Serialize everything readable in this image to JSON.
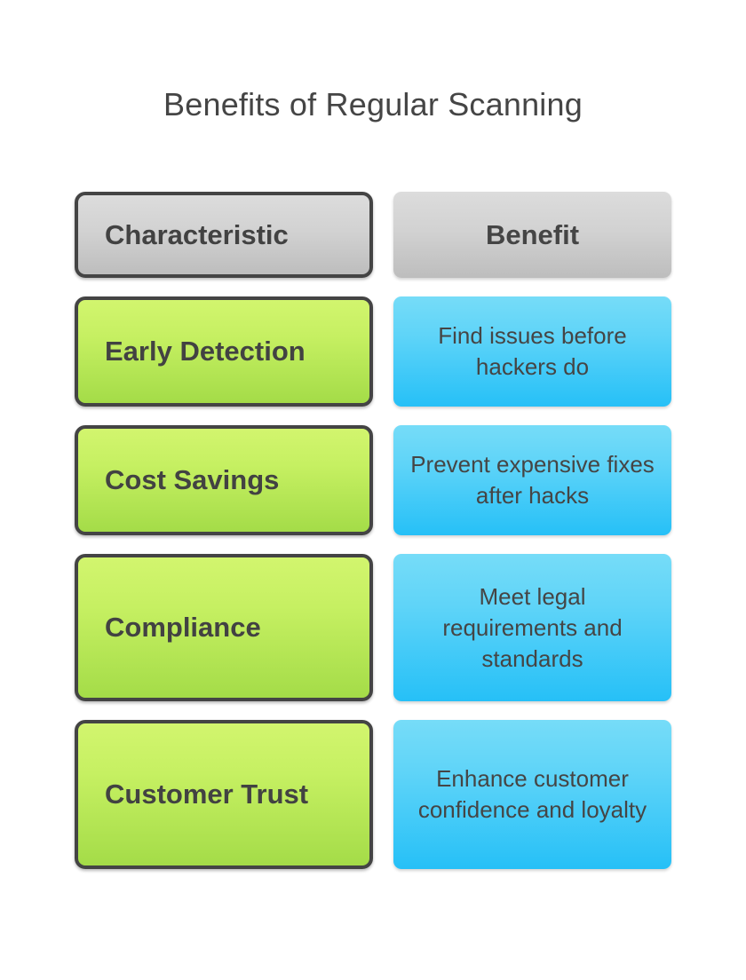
{
  "title": "Benefits of Regular Scanning",
  "colors": {
    "text_dark": "#454545",
    "green_top": "#d2f56e",
    "green_bottom": "#a4dc48",
    "blue_top": "#76dcf8",
    "blue_bottom": "#26c0f7",
    "gray_top": "#dcdcdc",
    "gray_bottom": "#bdbdbd",
    "border": "#444444"
  },
  "table": {
    "header": {
      "characteristic": "Characteristic",
      "benefit": "Benefit"
    },
    "rows": [
      {
        "characteristic": "Early Detection",
        "benefit": "Find issues before hackers do"
      },
      {
        "characteristic": "Cost Savings",
        "benefit": "Prevent expensive fixes after hacks"
      },
      {
        "characteristic": "Compliance",
        "benefit": "Meet legal requirements and standards"
      },
      {
        "characteristic": "Customer Trust",
        "benefit": "Enhance customer confidence and loyalty"
      }
    ]
  }
}
